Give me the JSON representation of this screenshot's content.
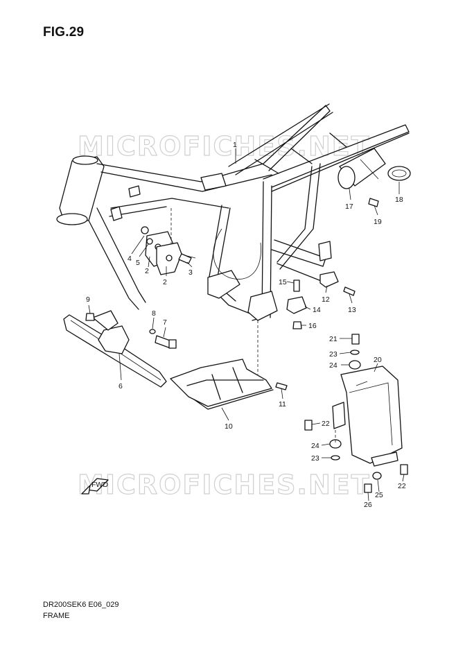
{
  "figure": {
    "title": "FIG.29",
    "code": "DR200SEK6 E06_029",
    "name": "FRAME",
    "watermark": "MICROFICHES.NET",
    "fwd_label": "FWD"
  },
  "callouts": [
    {
      "id": "c1",
      "label": "1"
    },
    {
      "id": "c2a",
      "label": "2"
    },
    {
      "id": "c2b",
      "label": "2"
    },
    {
      "id": "c3",
      "label": "3"
    },
    {
      "id": "c4",
      "label": "4"
    },
    {
      "id": "c5",
      "label": "5"
    },
    {
      "id": "c6",
      "label": "6"
    },
    {
      "id": "c7",
      "label": "7"
    },
    {
      "id": "c8",
      "label": "8"
    },
    {
      "id": "c9",
      "label": "9"
    },
    {
      "id": "c10",
      "label": "10"
    },
    {
      "id": "c11",
      "label": "11"
    },
    {
      "id": "c12",
      "label": "12"
    },
    {
      "id": "c13",
      "label": "13"
    },
    {
      "id": "c14",
      "label": "14"
    },
    {
      "id": "c15",
      "label": "15"
    },
    {
      "id": "c16",
      "label": "16"
    },
    {
      "id": "c17",
      "label": "17"
    },
    {
      "id": "c18",
      "label": "18"
    },
    {
      "id": "c19",
      "label": "19"
    },
    {
      "id": "c20",
      "label": "20"
    },
    {
      "id": "c21",
      "label": "21"
    },
    {
      "id": "c22a",
      "label": "22"
    },
    {
      "id": "c22b",
      "label": "22"
    },
    {
      "id": "c23a",
      "label": "23"
    },
    {
      "id": "c23b",
      "label": "23"
    },
    {
      "id": "c24a",
      "label": "24"
    },
    {
      "id": "c24b",
      "label": "24"
    },
    {
      "id": "c25",
      "label": "25"
    },
    {
      "id": "c26",
      "label": "26"
    }
  ]
}
